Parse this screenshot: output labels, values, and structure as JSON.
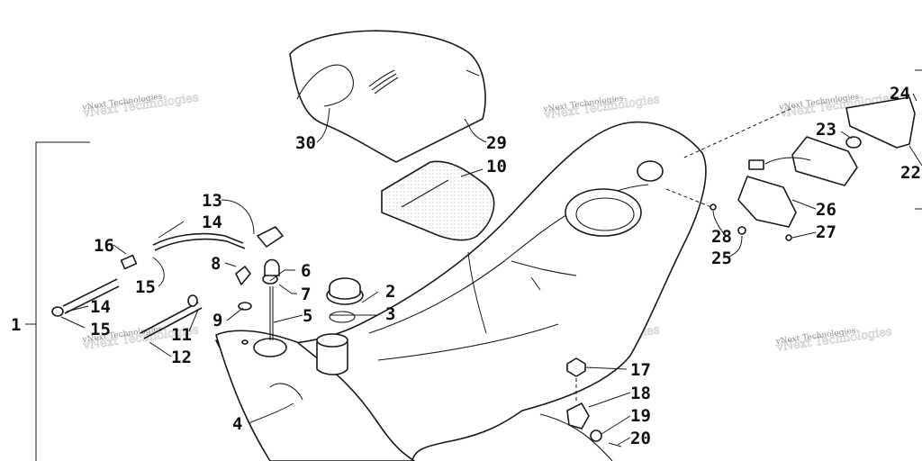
{
  "watermark": {
    "text": "vNext Technologies"
  },
  "callouts": [
    {
      "id": "1",
      "label": "1"
    },
    {
      "id": "2",
      "label": "2"
    },
    {
      "id": "3",
      "label": "3"
    },
    {
      "id": "4",
      "label": "4"
    },
    {
      "id": "5",
      "label": "5"
    },
    {
      "id": "6",
      "label": "6"
    },
    {
      "id": "7",
      "label": "7"
    },
    {
      "id": "8",
      "label": "8"
    },
    {
      "id": "9",
      "label": "9"
    },
    {
      "id": "10",
      "label": "10"
    },
    {
      "id": "11",
      "label": "11"
    },
    {
      "id": "12",
      "label": "12"
    },
    {
      "id": "13",
      "label": "13"
    },
    {
      "id": "14a",
      "label": "14"
    },
    {
      "id": "14b",
      "label": "14"
    },
    {
      "id": "15a",
      "label": "15"
    },
    {
      "id": "15b",
      "label": "15"
    },
    {
      "id": "16",
      "label": "16"
    },
    {
      "id": "17",
      "label": "17"
    },
    {
      "id": "18",
      "label": "18"
    },
    {
      "id": "19",
      "label": "19"
    },
    {
      "id": "20",
      "label": "20"
    },
    {
      "id": "22",
      "label": "22"
    },
    {
      "id": "23",
      "label": "23"
    },
    {
      "id": "24",
      "label": "24"
    },
    {
      "id": "25",
      "label": "25"
    },
    {
      "id": "26",
      "label": "26"
    },
    {
      "id": "27",
      "label": "27"
    },
    {
      "id": "28",
      "label": "28"
    },
    {
      "id": "29",
      "label": "29"
    },
    {
      "id": "30",
      "label": "30"
    }
  ]
}
